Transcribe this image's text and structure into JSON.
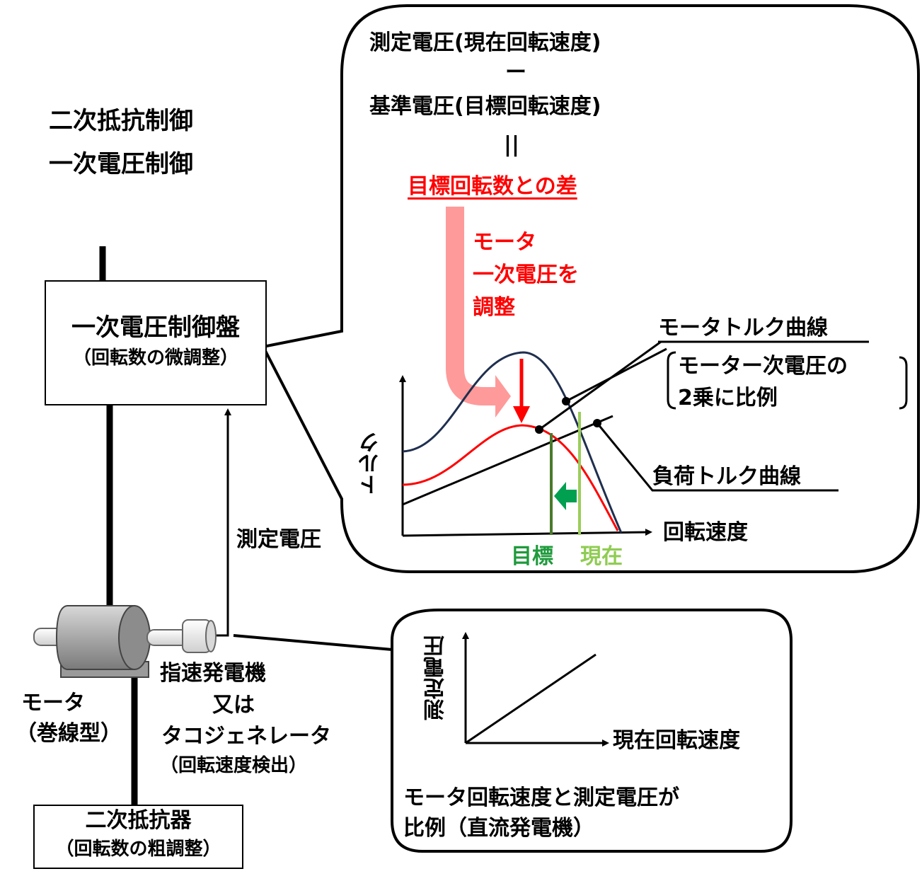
{
  "methods": {
    "line1": "二次抵抗制御",
    "line2": "一次電圧制御"
  },
  "panel": {
    "title": "一次電圧制御盤",
    "subtitle": "（回転数の微調整）"
  },
  "measured_voltage_label": "測定電圧",
  "motor": {
    "label": "モータ",
    "type": "（巻線型）"
  },
  "tacho": {
    "line1": "指速発電機",
    "line2": "又は",
    "line3": "タコジェネレータ",
    "line4": "（回転速度検出）"
  },
  "resistor": {
    "title": "二次抵抗器",
    "subtitle": "（回転数の粗調整）"
  },
  "callout_top": {
    "formula_line1": "測定電圧(現在回転速度)",
    "minus": "ー",
    "formula_line2": "基準電圧(目標回転速度)",
    "equals": "||",
    "result": "目標回転数との差",
    "adjust1": "モータ",
    "adjust2": "一次電圧を",
    "adjust3": "調整",
    "motor_curve_label": "モータトルク曲線",
    "proportional1": "モーター次電圧の",
    "proportional2": "2乗に比例",
    "load_curve_label": "負荷トルク曲線",
    "yaxis": "トルク",
    "xaxis": "回転速度",
    "target": "目標",
    "current": "現在"
  },
  "callout_bottom": {
    "yaxis": "測定電圧",
    "xaxis": "現在回転速度",
    "caption1": "モータ回転速度と測定電圧が",
    "caption2": "比例（直流発電機）"
  },
  "colors": {
    "red": "#ff0000",
    "navy": "#1f2f4f",
    "pink_arrow": "#ff9a9a",
    "target_line": "#4a7a2a",
    "current_line": "#9acd5a",
    "green_arrow": "#00a050"
  }
}
